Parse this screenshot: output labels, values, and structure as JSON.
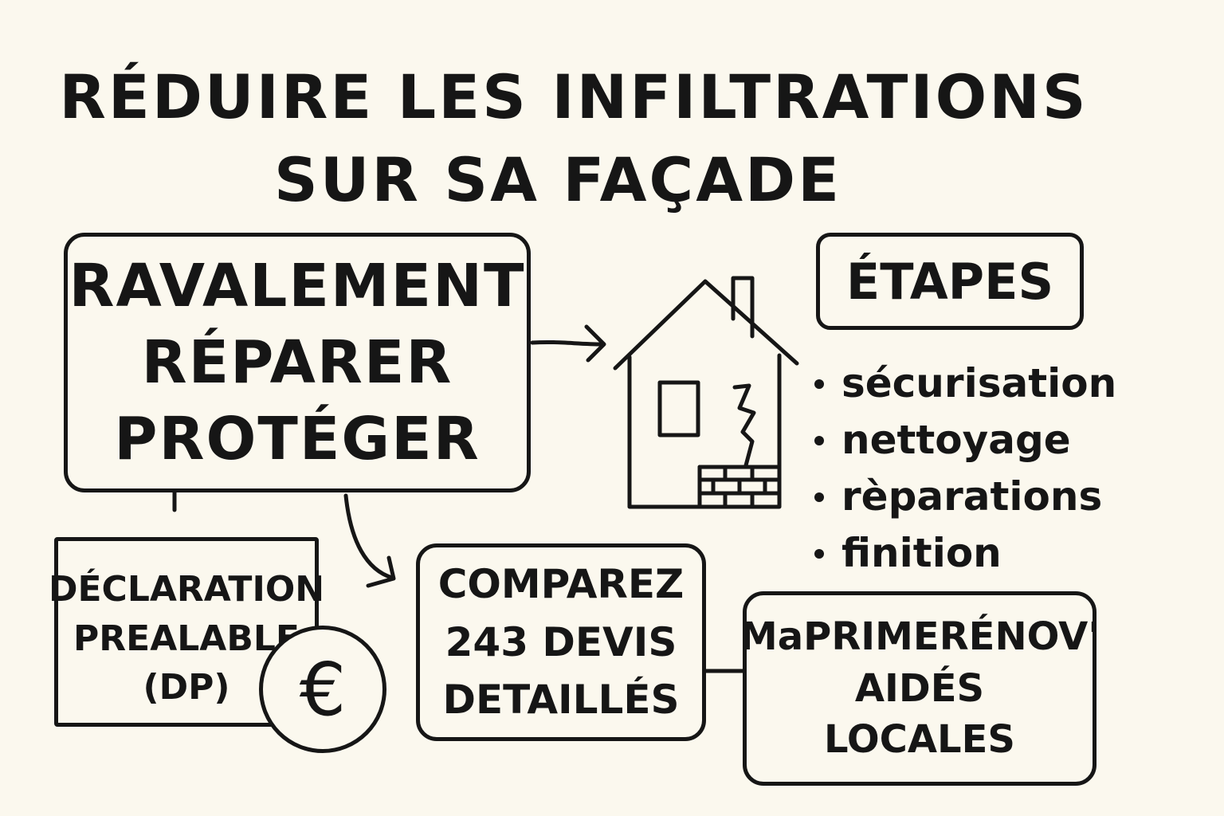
{
  "title": {
    "line1": "RÉDUIRE LES INFILTRATIONS",
    "line2": "SUR SA FAÇADE"
  },
  "main_box": {
    "lines": [
      "RAVALEMENT",
      "RÉPARER",
      "PROTÉGER"
    ]
  },
  "steps": {
    "heading": "ÉTAPES",
    "items": [
      "sécurisation",
      "nettoyage",
      "rèparations",
      "finition"
    ]
  },
  "declaration_box": {
    "lines": [
      "DÉCLARATION",
      "PREALABLE",
      "(DP)"
    ]
  },
  "devis_box": {
    "lines": [
      "COMPAREZ",
      "243 DEVIS",
      "DETAILLÉS"
    ]
  },
  "aides_box": {
    "lines": [
      "MaPRIMERÉNOV'",
      "AIDÉS",
      "LOCALES"
    ]
  },
  "euro_symbol": "€",
  "icons": {
    "house": "house-with-crack-icon",
    "euro": "euro-coin-icon"
  },
  "colors": {
    "ink": "#161616",
    "paper": "#fbf8ee"
  }
}
